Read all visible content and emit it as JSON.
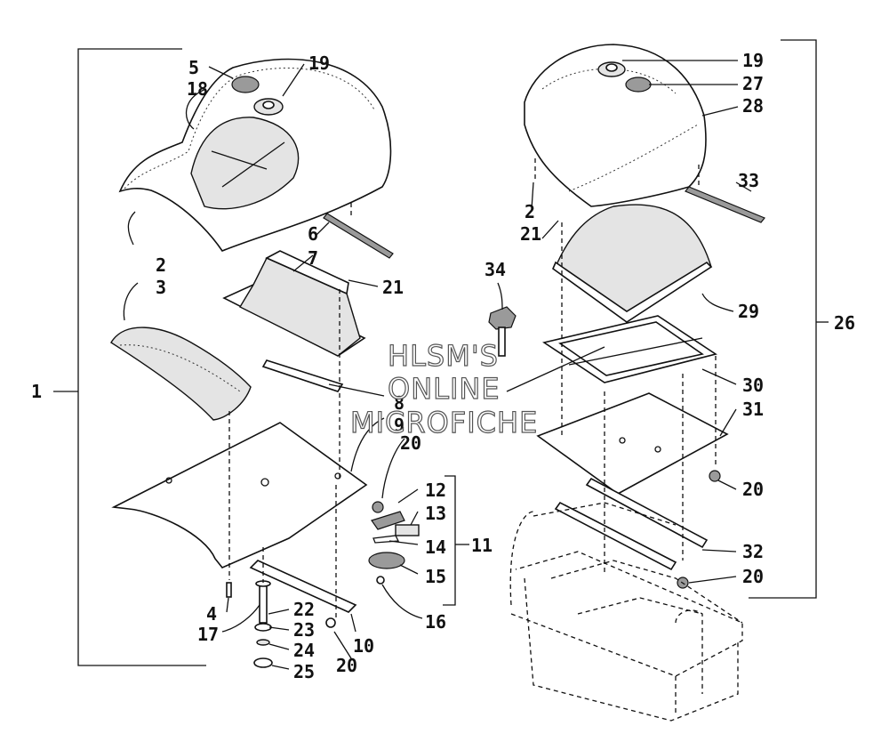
{
  "diagram": {
    "callouts": [
      "1",
      "2",
      "3",
      "4",
      "5",
      "6",
      "7",
      "8",
      "9",
      "10",
      "11",
      "12",
      "13",
      "14",
      "15",
      "16",
      "17",
      "18",
      "19",
      "20",
      "21",
      "22",
      "23",
      "24",
      "25",
      "26",
      "2",
      "19",
      "20",
      "20",
      "20",
      "20",
      "21",
      "27",
      "28",
      "29",
      "30",
      "31",
      "32",
      "33",
      "34"
    ],
    "watermark": [
      "HLSM'S",
      "ONLINE",
      "MICROFICHE"
    ]
  }
}
